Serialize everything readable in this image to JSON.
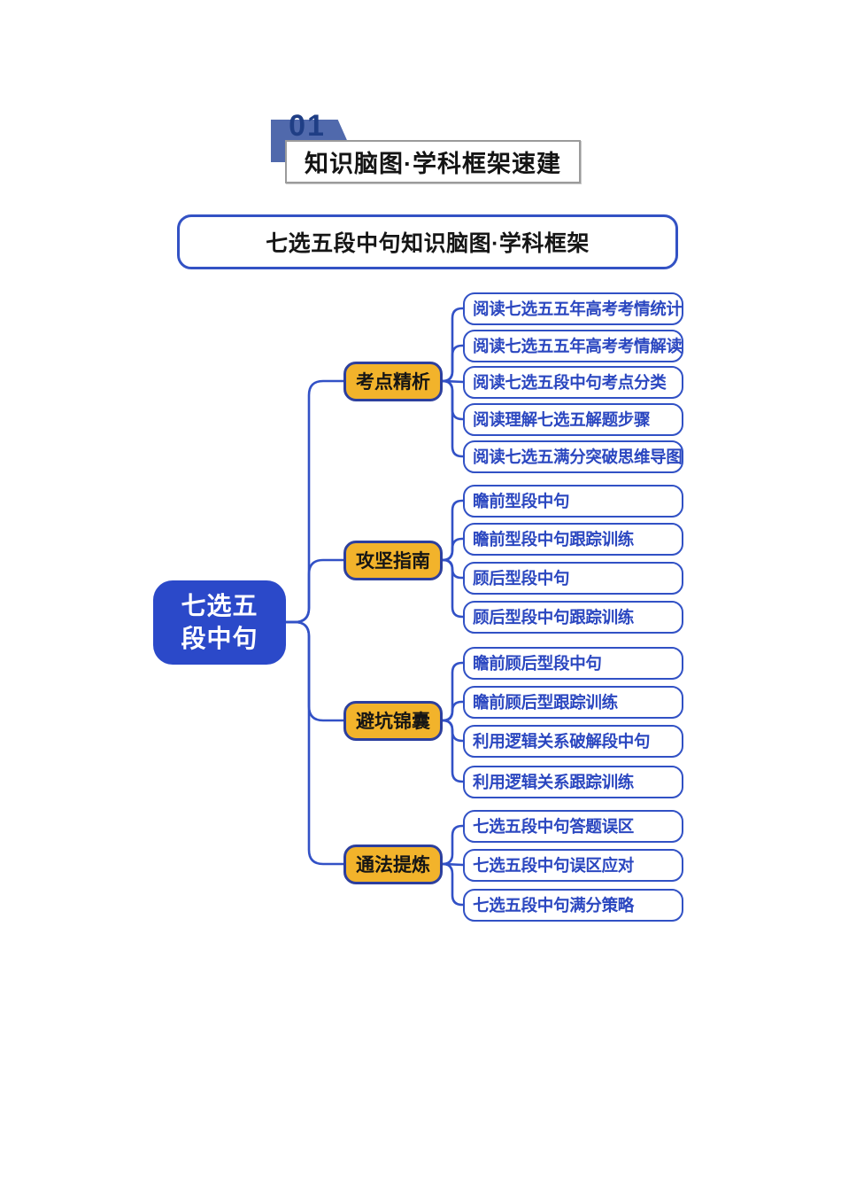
{
  "header": {
    "badge_number": "01",
    "title": "知识脑图·学科框架速建"
  },
  "title_box": {
    "text": "七选五段中句知识脑图·学科框架"
  },
  "mindmap": {
    "root": {
      "line1": "七选五",
      "line2": "段中句"
    },
    "branches": [
      {
        "label": "考点精析",
        "leaves": [
          "阅读七选五五年高考考情统计",
          "阅读七选五五年高考考情解读",
          "阅读七选五段中句考点分类",
          "阅读理解七选五解题步骤",
          "阅读七选五满分突破思维导图"
        ]
      },
      {
        "label": "攻坚指南",
        "leaves": [
          "瞻前型段中句",
          "瞻前型段中句跟踪训练",
          "顾后型段中句",
          "顾后型段中句跟踪训练"
        ]
      },
      {
        "label": "避坑锦囊",
        "leaves": [
          "瞻前顾后型段中句",
          "瞻前顾后型跟踪训练",
          "利用逻辑关系破解段中句",
          "利用逻辑关系跟踪训练"
        ]
      },
      {
        "label": "通法提炼",
        "leaves": [
          "七选五段中句答题误区",
          "七选五段中句误区应对",
          "七选五段中句满分策略"
        ]
      }
    ]
  },
  "colors": {
    "root_fill": "#2b49c9",
    "branch_fill": "#f2b32b",
    "branch_border": "#2c3f9e",
    "leaf_border": "#3151c5",
    "leaf_text": "#2b47c0",
    "connector": "#3251c6",
    "badge_shape": "#5069ac",
    "badge_number": "#1f3e85"
  }
}
